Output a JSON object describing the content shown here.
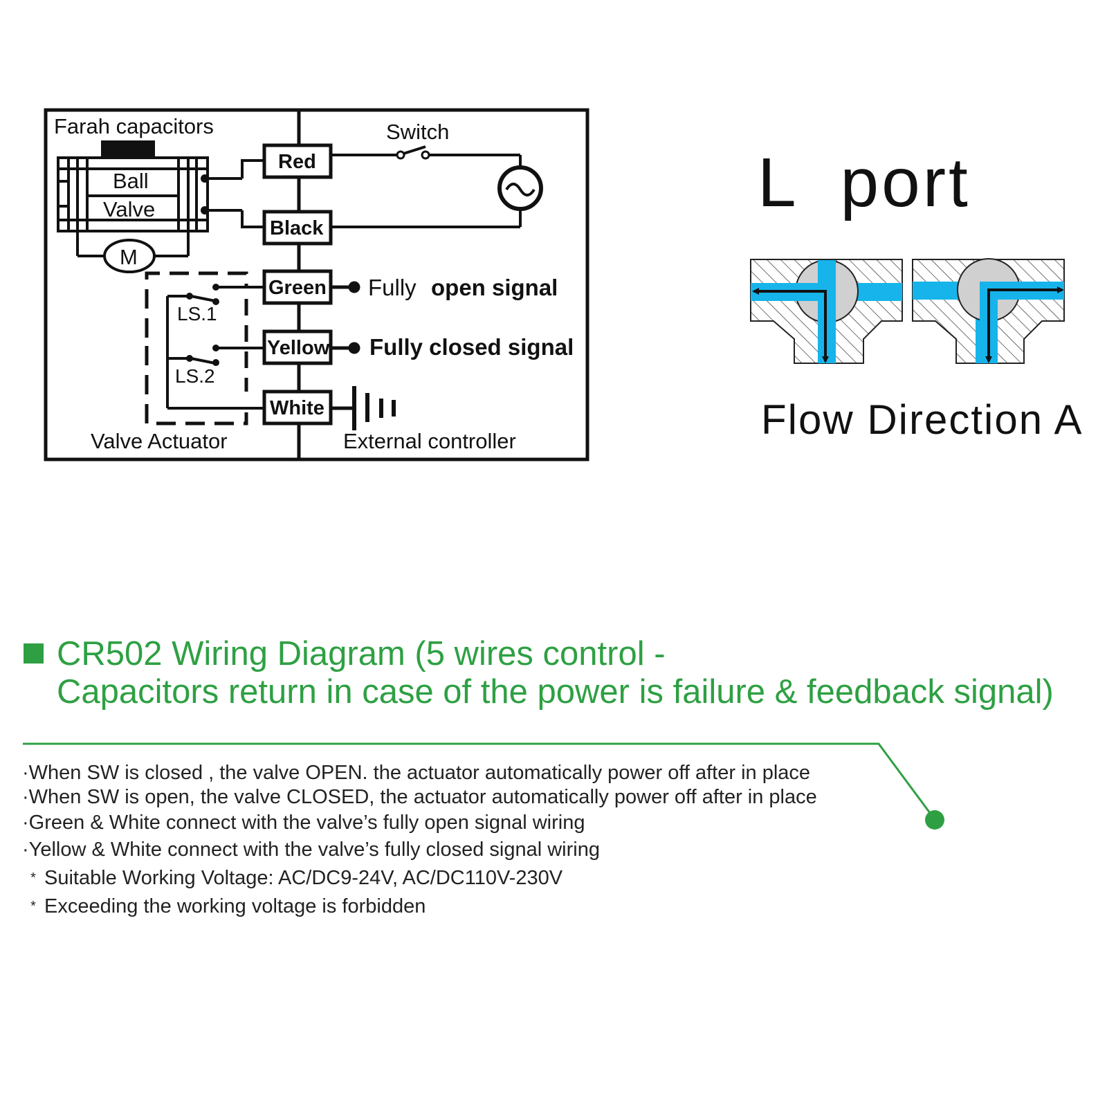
{
  "wiring": {
    "farah_capacitors": "Farah capacitors",
    "ball": "Ball",
    "valve": "Valve",
    "motor": "M",
    "switch": "Switch",
    "ls1": "LS.1",
    "ls2": "LS.2",
    "valve_actuator": "Valve Actuator",
    "external_controller": "External controller",
    "wires": {
      "red": "Red",
      "black": "Black",
      "green": "Green",
      "yellow": "Yellow",
      "white": "White"
    },
    "signals": {
      "fully": "Fully",
      "open_signal": "open signal",
      "fully_closed": "Fully closed signal"
    }
  },
  "port_title": "L  port",
  "flow_direction": "Flow Direction A",
  "heading": {
    "line1": "CR502 Wiring Diagram (5 wires control -",
    "line2": "Capacitors return in case of the power is failure & feedback signal)"
  },
  "notes": [
    "·When SW is closed , the valve OPEN. the actuator automatically power off after in place",
    "·When SW is open, the valve CLOSED, the actuator automatically power off after in place",
    "·Green & White connect with the valve’s fully open signal wiring",
    "·Yellow & White connect with the valve’s fully closed signal wiring"
  ],
  "star_notes": [
    "Suitable Working Voltage: AC/DC9-24V, AC/DC110V-230V",
    "Exceeding the working voltage is forbidden"
  ],
  "star_symbol": "*",
  "colors": {
    "accent_green": "#2ea043",
    "flow_blue": "#16b4ea",
    "ball_grey": "#d0d0d0",
    "line_black": "#111111"
  }
}
